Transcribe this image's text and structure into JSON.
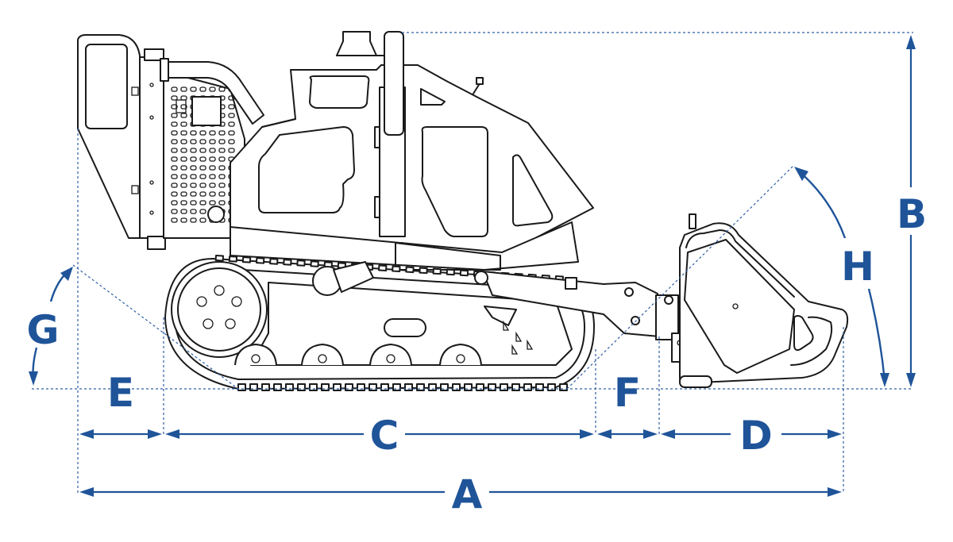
{
  "dimension_labels": {
    "a": "A",
    "b": "B",
    "c": "C",
    "d": "D",
    "e": "E",
    "f": "F",
    "g": "G",
    "h": "H"
  },
  "colors": {
    "dimension": "#1f5499",
    "machine_outline": "#1a1a1a",
    "background": "#ffffff"
  }
}
